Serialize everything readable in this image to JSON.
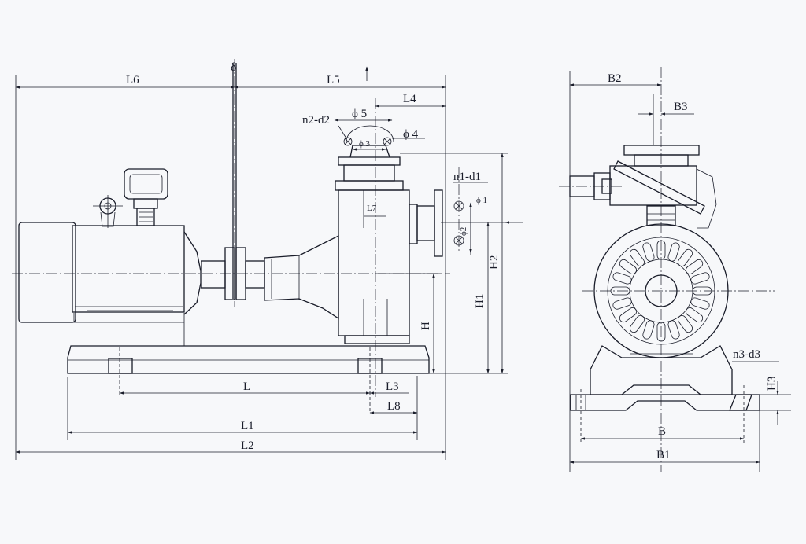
{
  "labels": {
    "L6": "L6",
    "L5": "L5",
    "L4": "L4",
    "delta": "δ",
    "n2d2": "n2-d2",
    "phi5": "ϕ 5",
    "phi3": "ϕ 3",
    "phi4": "ϕ 4",
    "n1d1": "n1-d1",
    "phi1": "ϕ 1",
    "phi2": "ϕ2",
    "L7": "L7",
    "H": "H",
    "H1": "H1",
    "H2": "H2",
    "L": "L",
    "L3": "L3",
    "L8": "L8",
    "L1": "L1",
    "L2": "L2",
    "B2": "B2",
    "B3": "B3",
    "n3d3": "n3-d3",
    "H3": "H3",
    "B": "B",
    "B1": "B1"
  }
}
